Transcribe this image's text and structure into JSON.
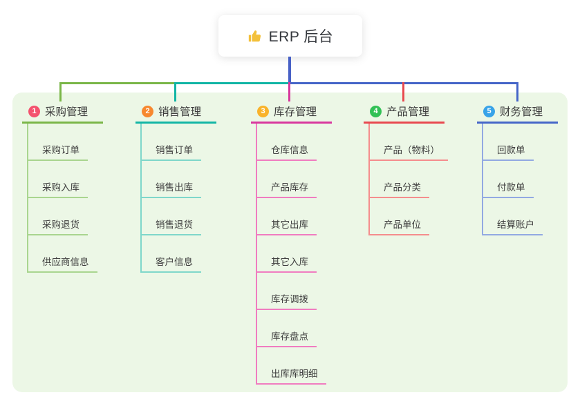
{
  "root": {
    "label": "ERP 后台",
    "icon_name": "thumbs-up-icon",
    "icon_color": "#f3c03a"
  },
  "colors": {
    "canvas_bg": "#ffffff",
    "panel_bg": "#ecf7e6",
    "root_line": "#4861c6",
    "text": "#3c3c3c"
  },
  "branches": [
    {
      "badge": "1",
      "badge_color": "#f4526e",
      "label": "采购管理",
      "line_color": "#7ab648",
      "sub_line_color": "#a9d58f",
      "items": [
        "采购订单",
        "采购入库",
        "采购退货",
        "供应商信息"
      ]
    },
    {
      "badge": "2",
      "badge_color": "#f7882f",
      "label": "销售管理",
      "line_color": "#12b5a5",
      "sub_line_color": "#7fd7ca",
      "items": [
        "销售订单",
        "销售出库",
        "销售退货",
        "客户信息"
      ]
    },
    {
      "badge": "3",
      "badge_color": "#f9b32b",
      "label": "库存管理",
      "line_color": "#d8379d",
      "sub_line_color": "#f07cc0",
      "items": [
        "仓库信息",
        "产品库存",
        "其它出库",
        "其它入库",
        "库存调拨",
        "库存盘点",
        "出库库明细"
      ]
    },
    {
      "badge": "4",
      "badge_color": "#32c156",
      "label": "产品管理",
      "line_color": "#e8494f",
      "sub_line_color": "#f58d8d",
      "items": [
        "产品（物料）",
        "产品分类",
        "产品单位"
      ]
    },
    {
      "badge": "5",
      "badge_color": "#38a3e8",
      "label": "财务管理",
      "line_color": "#4565c8",
      "sub_line_color": "#92a9e2",
      "items": [
        "回款单",
        "付款单",
        "结算账户"
      ]
    }
  ]
}
